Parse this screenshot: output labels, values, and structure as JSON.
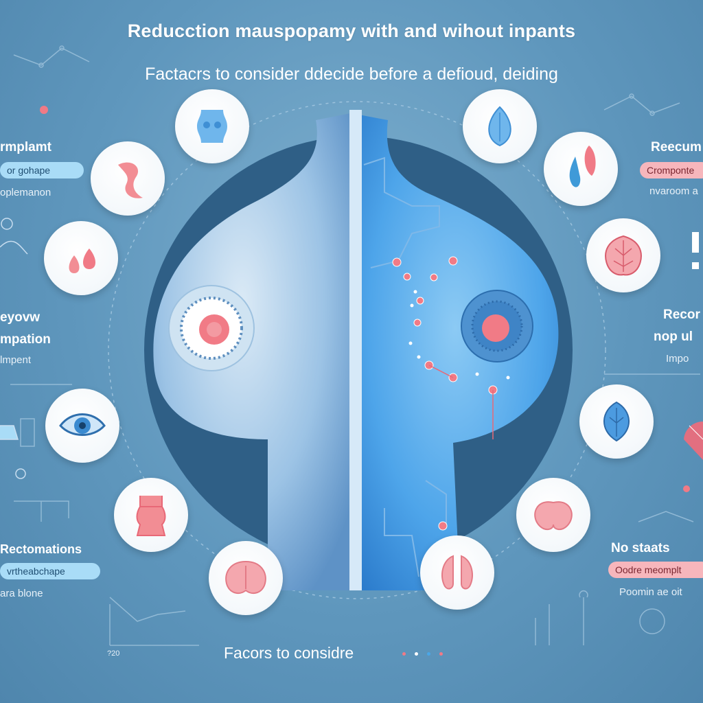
{
  "title": "Reducction mauspopamy with and wihout inpants",
  "subtitle": "Factacrs to consider  ddecide before a   defioud, deiding",
  "bottom_caption": "Facors to considre",
  "left_labels": {
    "implant_heading": "rmplamt",
    "implant_pill": "or gohape",
    "implant_note": "oplemanon",
    "eyovw_heading": "eyovw",
    "mpation_heading": "mpation",
    "impent_note": "lmpent",
    "rectomations_heading": "Rectomations",
    "rectomations_pill": "vrtheabchape",
    "rectomations_note": "ara blone"
  },
  "right_labels": {
    "reecum_heading": "Reecum",
    "reecum_pill": "Cromponte",
    "reecum_note": "nvaroom a",
    "recor_heading": "Recor",
    "nop_heading": "nop ul",
    "impo_note": "Impo",
    "nostaats_heading": "No staats",
    "nostaats_pill": "Oodre meomplt",
    "nostaats_note": "Poomin ae oit"
  },
  "chart_axis_label": "?20",
  "icons": {
    "left_nodes": [
      "torso-icon",
      "ribbon-icon",
      "droplet-pair-icon",
      "eye-icon",
      "camisole-icon",
      "breast-tissue-icon"
    ],
    "right_nodes": [
      "teardrop-implant-icon",
      "implant-pair-icon",
      "gland-tissue-icon",
      "leaf-gland-icon",
      "round-implant-icon",
      "lung-pair-icon"
    ]
  },
  "colors": {
    "background": "#5f97bd",
    "accent_blue": "#4a9fe0",
    "accent_pink": "#f26b7a",
    "center_dark": "#2f5f86"
  }
}
